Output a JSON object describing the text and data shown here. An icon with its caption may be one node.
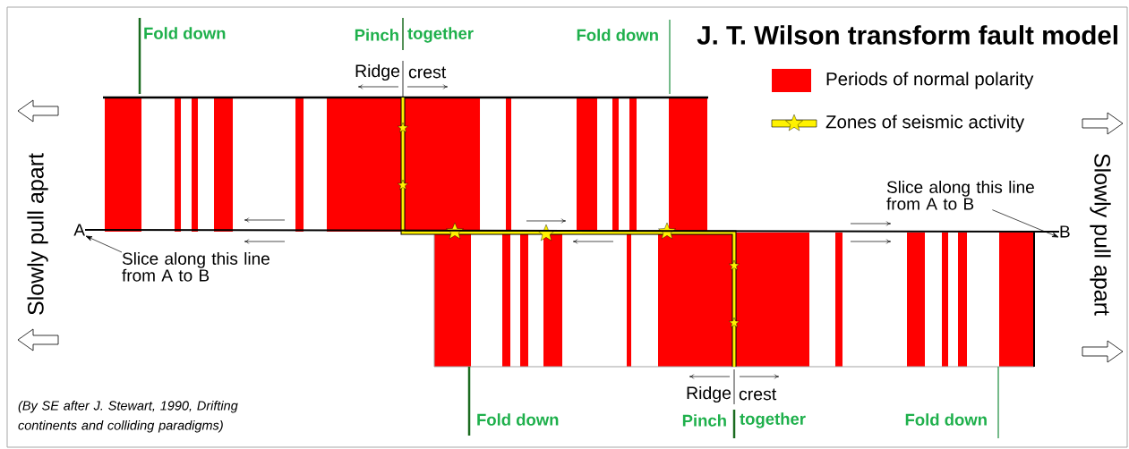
{
  "diagram": {
    "title": "J. T. Wilson transform fault model",
    "caption": "(By SE after J. Stewart, 1990, Drifting continents and colliding paradigms)",
    "nodes": [
      {
        "text": [
          "A"
        ]
      },
      {
        "text": [
          "B"
        ]
      },
      {
        "text": [
          "Slice along this line from A to B"
        ]
      },
      {
        "text": [
          "Slice along this line from A to B"
        ]
      }
    ],
    "edges": [
      {
        "from": 2,
        "to": 0,
        "arrow": "to"
      },
      {
        "from": 3,
        "to": 1,
        "arrow": "to"
      },
      {
        "from": 0,
        "to": 1,
        "arrow": "none"
      }
    ],
    "labels": [
      "Fold down",
      "Pinch",
      "together",
      "Fold down",
      "Ridge",
      "crest",
      "Slowly pull apart",
      "Slowly pull apart",
      "Ridge",
      "crest",
      "Fold down",
      "Pinch",
      "together",
      "Fold down"
    ],
    "legend": [
      {
        "text": "Periods of normal polarity",
        "color": "#ff0000"
      },
      {
        "text": "Zones of seismic activity"
      }
    ]
  }
}
